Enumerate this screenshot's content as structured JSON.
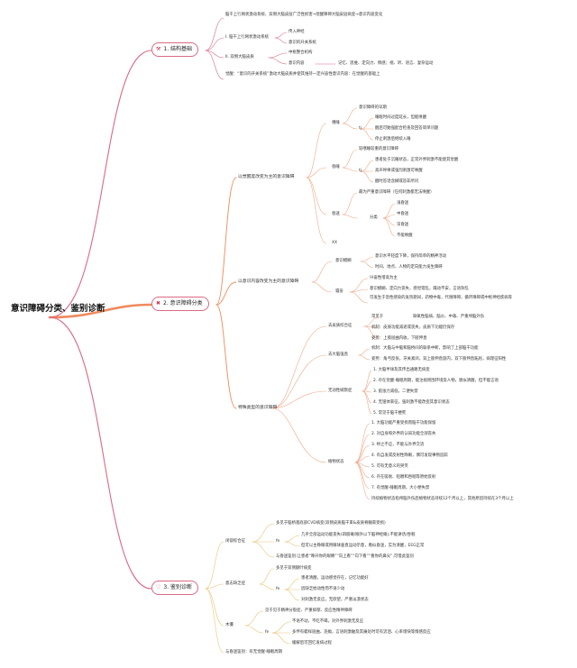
{
  "root": {
    "title": "意识障碍分类、鉴别诊断"
  },
  "s1": {
    "label": "1. 结构基础",
    "icon": "tools-icon",
    "intro": "脑干上行网状激动系统、双侧大脑皮层广泛性损害→觉醒障碍大脑皮层病变→意识内容变化",
    "a": {
      "label": "I. 脑干上行网状激动系统",
      "c1": "传入神经",
      "c2": "意识的开关系统"
    },
    "b": {
      "label": "II. 双侧大脑皮质",
      "c1": "中枢整合机构",
      "c2": "意识内容",
      "c2_detail": "记忆、思维、定向力、情感；视、听、语言、复杂运动"
    },
    "note": "觉醒：“意识的开关系统”激动大脑皮质并使其维持一定兴奋性意识内容：在觉醒的基础上"
  },
  "s2": {
    "label": "2. 意识障碍分类",
    "icon": "cross-icon",
    "g1": {
      "label": "以觉醒度改变为主的意识障碍",
      "drowsy": {
        "label": "嗜睡",
        "desc": "意识障碍的早期",
        "mark": "tj",
        "i1": "睡眠时间过度延长，但能唤醒",
        "i2": "醒后可勉强配合检查及回答简单问题",
        "i3": "停止刺激后继续入睡"
      },
      "stupor": {
        "label": "昏睡",
        "desc": "较嗜睡较重的意识障碍",
        "mark": "tj",
        "i1": "患者处于沉睡状态，正常外界刺激不能使其觉醒",
        "i2": "高声呼唤或强烈刺激可唤醒",
        "i3": "醒时答话含糊或答非所问"
      },
      "coma": {
        "label": "昏迷",
        "desc": "最为严重意识障碍（任何刺激都无法唤醒）",
        "cls": "分类",
        "i1": "浅昏迷",
        "i2": "中昏迷",
        "i3": "深昏迷",
        "i4": "不能唤醒"
      },
      "extra": "XX"
    },
    "g2": {
      "label": "以意识内容改变为主的意识障碍",
      "conf": {
        "label": "意识模糊",
        "i1": "意识水平轻度下降，保持简单的精神活动",
        "i2": "时间、地点、人物的定向能力发生障碍"
      },
      "del": {
        "label": "谵妄",
        "i1": "兴奋性增高为主",
        "i2": "意识模糊、定向力丧失，感觉错乱，躁动不安，言语杂乱",
        "i3": "可发生于急性感染的发热期间，药物中毒，代谢障碍，循环障碍或中枢神经疾病等"
      }
    },
    "g3": {
      "label": "特殊类型的意识障碍",
      "decort": {
        "label": "去皮质综合征",
        "i1a": "常见于",
        "i1b": "缺氧性脑病、脑炎、中毒、严重颅脑外伤",
        "i2": "机制：皮质功能减退或丧失，皮质下功能仍保存",
        "i3": "姿势：上肢屈曲内收，下肢伸直"
      },
      "decere": {
        "label": "去大脑强直",
        "i1": "机制：大脑与中脑和脑桥间的联系中断，影响了上部脑干功能",
        "i2": "姿势：角弓反张，牙关紧闭，双上肢伸直旋内，双下肢伸直跖屈，病理征阳性"
      },
      "akin": {
        "label": "无动性缄默症",
        "i1": "1. 大脑半球及其传出通路无病变",
        "i2": "2. 存在觉醒-睡眠周期，能注视周围环境及人物，貌似清醒，但不能言语",
        "i3": "3. 肌张力减低，二便失禁",
        "i4": "4. 无锥体束征，强刺激不能改变其意识状态",
        "i5": "5. 常见于脑干梗死"
      },
      "veg": {
        "label": "植物状态",
        "i1": "1. 大脑功能严重受损而脑干功能保留",
        "i2": "2. 对自身和外界的认知功能全部丧失",
        "i3": "3. 呼之不应，不能与外界交流",
        "i4": "4. 有自发或反射性睁眼，偶可发现事物追踪",
        "i5": "5. 可有无意义的哭笑",
        "i6": "6. 存在吸吮、咀嚼和吞咽等原始反射",
        "i7": "7. 有觉醒-睡眠周期，大小便失禁",
        "i8": "持续植物状态指颅脑外伤后植物状态持续12个月以上，其他原因持续在3个月以上"
      }
    }
  },
  "s3": {
    "label": "3. 鉴别诊断",
    "icon": "heart-icon",
    "lock": {
      "label": "闭锁综合征",
      "i1": "多见于脑桥基底部CVD病变(双侧皮质脑干束&皮质脊髓束受损)",
      "mark": "fe",
      "i2": "几乎全部运动功能丧失(四肢瘫/眼外以下脑神经瘫),不能讲话/吞咽",
      "i3": "但可以主睁眼或用眼球垂直运动示意，看似昏迷，实为清醒，EEG正常",
      "i4": "与昏迷鉴别:让患者“睁开你的眼睛”“向上看”“向下看”“看你的鼻尖”,可借此鉴别"
    },
    "dem": {
      "label": "意志缺乏症",
      "i1": "多见于双侧额叶病变",
      "mark": "fe",
      "i2": "患者清醒，运动感觉存在，记忆功能好",
      "i3": "因缺乏始动性而不语少动",
      "i4": "对刺激无反应，无欲望，严重淡漠状态"
    },
    "cat": {
      "label": "木僵",
      "i1": "见于见于精神分裂症、严重抑郁、反应性精神障碍",
      "mark": "fe",
      "i2": "不语不动，不吃不喝，对外界刺激无反应",
      "i3": "多伴有蜡样屈曲、违拗，言语刺激触及其痛处时可有流泪、心率增快等情感反应",
      "i4": "缓解后可回忆发病过程",
      "i5": "与昏迷鉴别：有无觉醒-睡眠周期"
    }
  },
  "colors": {
    "accent": "#d96a84",
    "trunk": "#ef8a5c",
    "branch": "#f0a98a",
    "secondary": "#e8c47a"
  }
}
